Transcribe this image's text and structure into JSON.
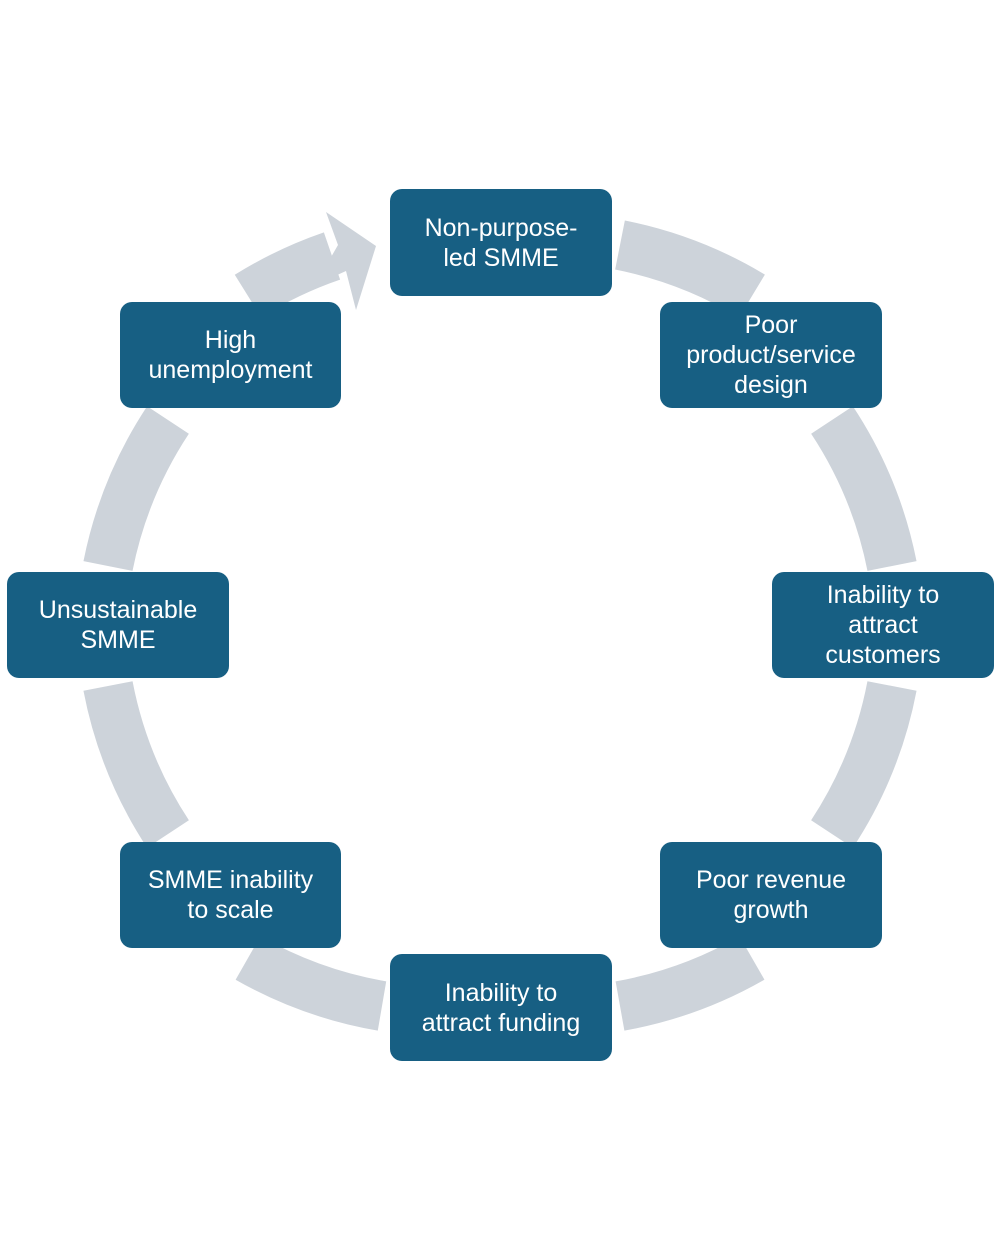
{
  "diagram": {
    "type": "cycle",
    "colors": {
      "node_fill": "#175f83",
      "ring": "#cdd3da",
      "node_text": "#ffffff"
    },
    "nodes": [
      {
        "id": "non-purpose-led-smme",
        "label": "Non-purpose-\nled SMME"
      },
      {
        "id": "poor-product-service-design",
        "label": "Poor\nproduct/service\ndesign"
      },
      {
        "id": "inability-to-attract-customers",
        "label": "Inability to\nattract\ncustomers"
      },
      {
        "id": "poor-revenue-growth",
        "label": "Poor revenue\ngrowth"
      },
      {
        "id": "inability-to-attract-funding",
        "label": "Inability to\nattract funding"
      },
      {
        "id": "smme-inability-to-scale",
        "label": "SMME inability\nto scale"
      },
      {
        "id": "unsustainable-smme",
        "label": "Unsustainable\nSMME"
      },
      {
        "id": "high-unemployment",
        "label": "High\nunemployment"
      }
    ]
  }
}
